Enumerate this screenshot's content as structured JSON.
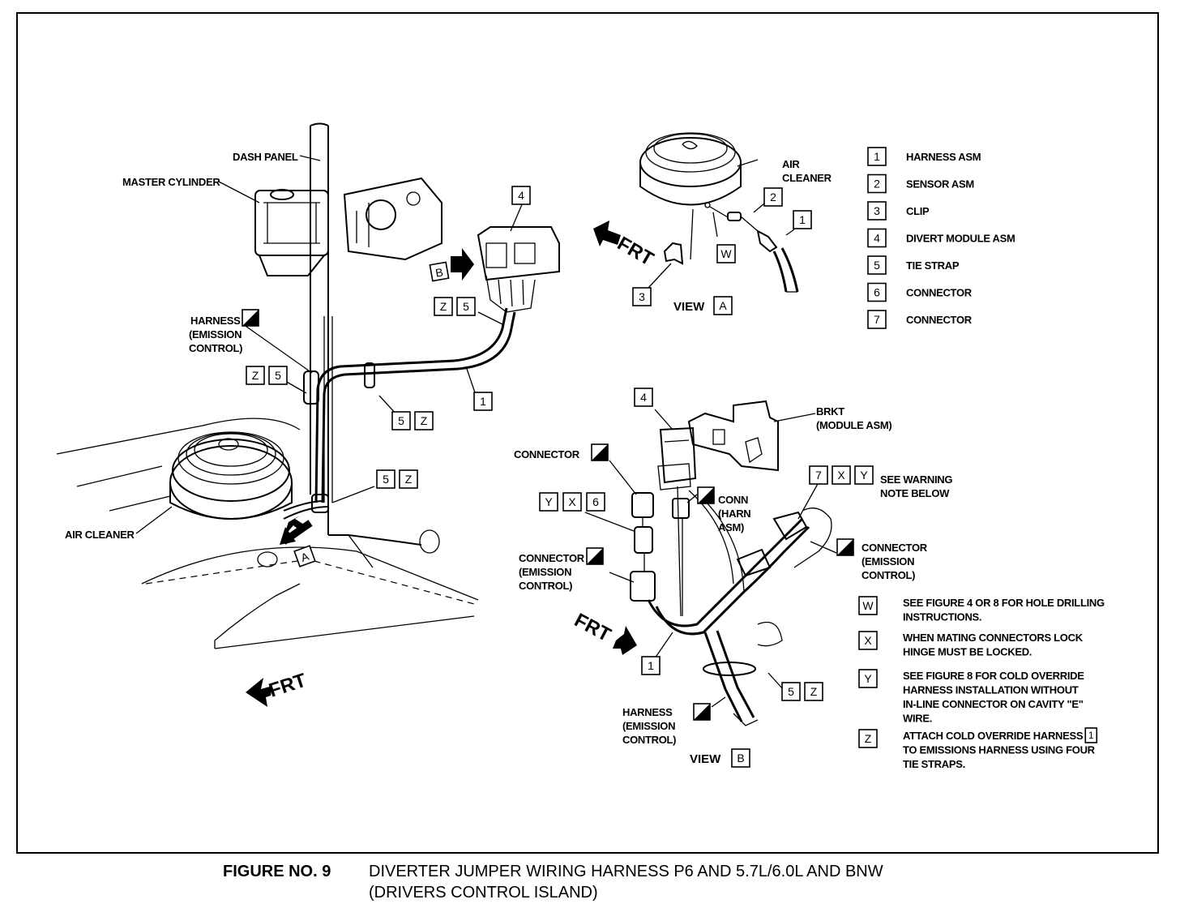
{
  "labels": {
    "dash_panel": "DASH PANEL",
    "master_cylinder": "MASTER CYLINDER",
    "harness_emission": [
      "HARNESS",
      "(EMISSION",
      "CONTROL)"
    ],
    "air_cleaner_left": "AIR CLEANER",
    "air_cleaner_view_a": [
      "AIR",
      "CLEANER"
    ],
    "view_a": "VIEW",
    "view_b": "VIEW",
    "frt": "FRT",
    "connector": "CONNECTOR",
    "connector_emission": [
      "CONNECTOR",
      "(EMISSION",
      "CONTROL)"
    ],
    "conn_harn": [
      "CONN",
      "(HARN",
      "ASM)"
    ],
    "brkt": [
      "BRKT",
      "(MODULE ASM)"
    ],
    "see_warning": [
      "SEE WARNING",
      "NOTE BELOW"
    ],
    "harness_b": [
      "HARNESS",
      "(EMISSION",
      "CONTROL)"
    ]
  },
  "callouts": {
    "a": "A",
    "b": "B",
    "w": "W",
    "x": "X",
    "y": "Y",
    "z": "Z",
    "n1": "1",
    "n2": "2",
    "n3": "3",
    "n4": "4",
    "n5": "5",
    "n6": "6",
    "n7": "7"
  },
  "legend": [
    {
      "key": "1",
      "text": "HARNESS ASM"
    },
    {
      "key": "2",
      "text": "SENSOR ASM"
    },
    {
      "key": "3",
      "text": "CLIP"
    },
    {
      "key": "4",
      "text": "DIVERT MODULE ASM"
    },
    {
      "key": "5",
      "text": "TIE STRAP"
    },
    {
      "key": "6",
      "text": "CONNECTOR"
    },
    {
      "key": "7",
      "text": "CONNECTOR"
    }
  ],
  "notes": [
    {
      "key": "W",
      "lines": [
        "SEE FIGURE 4 OR 8 FOR HOLE DRILLING",
        "INSTRUCTIONS."
      ]
    },
    {
      "key": "X",
      "lines": [
        "WHEN MATING CONNECTORS LOCK",
        "HINGE MUST BE LOCKED."
      ]
    },
    {
      "key": "Y",
      "lines": [
        "SEE FIGURE 8 FOR COLD OVERRIDE",
        "HARNESS INSTALLATION WITHOUT",
        "IN-LINE CONNECTOR ON CAVITY \"E\"",
        "WIRE."
      ]
    },
    {
      "key": "Z",
      "lines": [
        "ATTACH COLD OVERRIDE HARNESS",
        "TO EMISSIONS HARNESS USING FOUR",
        "TIE STRAPS."
      ],
      "inline_ref": "1"
    }
  ],
  "caption": {
    "number": "FIGURE NO. 9",
    "line1": "DIVERTER JUMPER WIRING HARNESS P6 AND 5.7L/6.0L AND BNW",
    "line2": "(DRIVERS CONTROL ISLAND)"
  }
}
